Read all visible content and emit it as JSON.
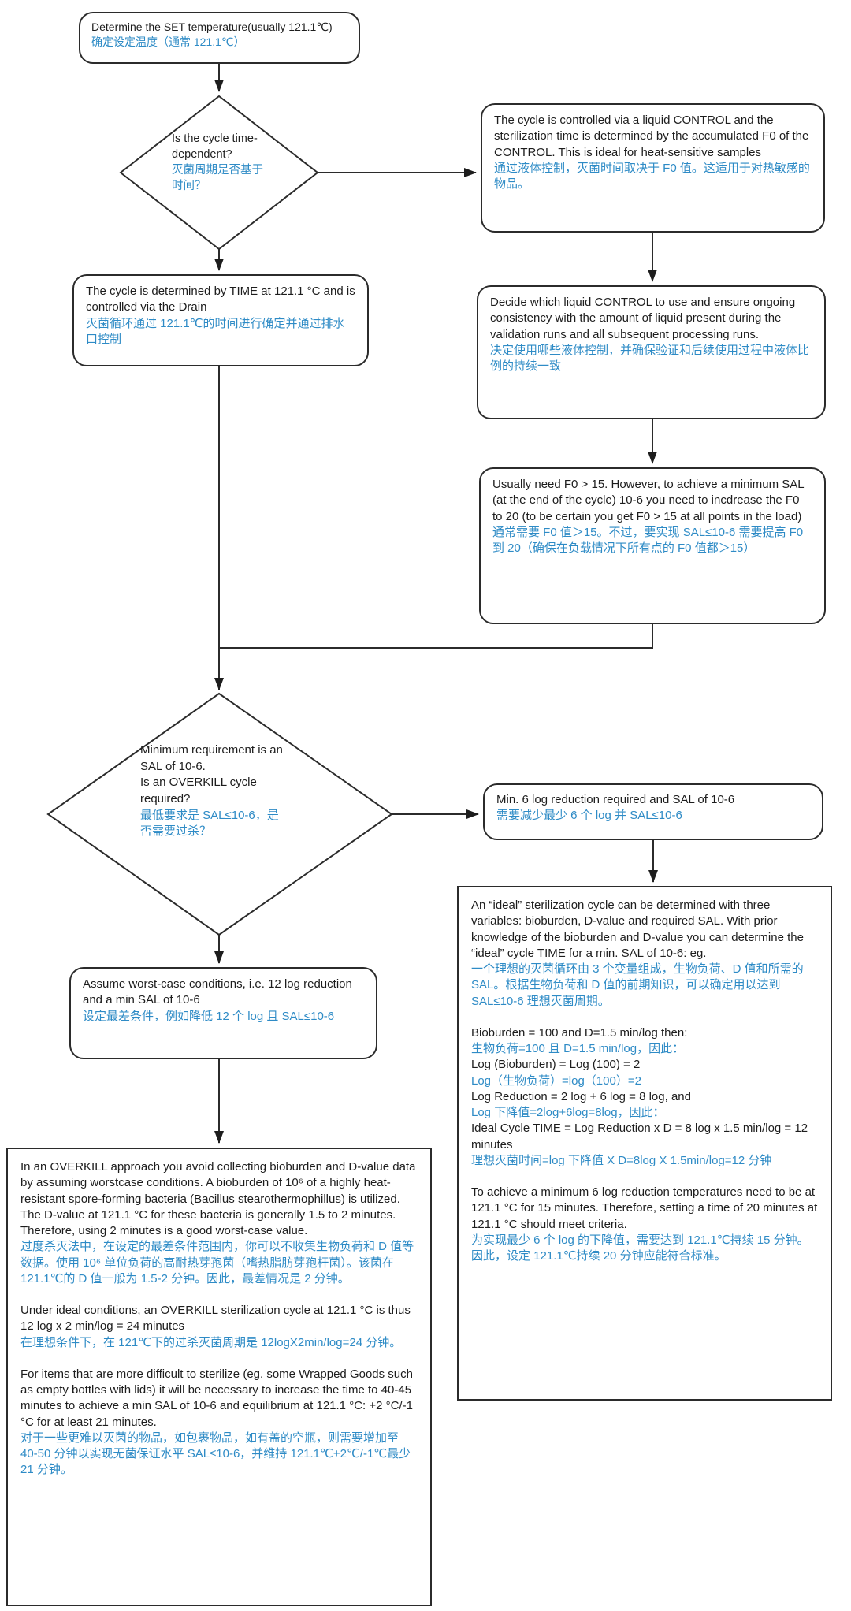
{
  "page": {
    "background": "#ffffff",
    "accent_blue": "#2E8BC6",
    "text_black": "#1d1d1d",
    "line_color": "#2b2b2b"
  },
  "flow": {
    "box_set_temp": {
      "en": "Determine the SET temperature(usually 121.1℃)",
      "zh": "确定设定温度（通常 121.1℃）"
    },
    "diamond_time_dependent": {
      "en": "Is the cycle time-dependent?",
      "zh": "灭菌周期是否基于时间？"
    },
    "box_liquid_control": {
      "en": "The cycle is controlled via a liquid CONTROL and the sterilization time is determined by the accumulated F0 of the CONTROL. This is ideal for heat-sensitive samples",
      "zh": "通过液体控制，灭菌时间取决于 F0 值。这适用于对热敏感的物品。"
    },
    "box_time_drain": {
      "en": "The cycle is determined by TIME at 121.1 °C and is controlled via the Drain",
      "zh": "灭菌循环通过 121.1℃的时间进行确定并通过排水口控制"
    },
    "box_decide_liquid": {
      "en": "Decide which liquid CONTROL to use and ensure ongoing consistency with the amount of liquid present during the validation runs and all subsequent processing runs.",
      "zh": "决定使用哪些液体控制，并确保验证和后续使用过程中液体比例的持续一致"
    },
    "box_f0": {
      "en": "Usually need F0 > 15. However, to achieve a minimum SAL (at the end of the cycle) 10-6 you need to incdrease the F0 to 20 (to be certain you get F0 > 15 at all points in the load)",
      "zh": "通常需要 F0 值＞15。不过，要实现 SAL≤10-6 需要提高 F0 到 20（确保在负载情况下所有点的 F0 值都＞15）"
    },
    "diamond_overkill": {
      "en1": "Minimum requirement is an SAL of 10-6.",
      "en2": "Is an OVERKILL cycle required?",
      "zh": "最低要求是 SAL≤10-6，是否需要过杀？"
    },
    "box_min6log": {
      "en": "Min. 6 log reduction required and SAL of 10-6",
      "zh": "需要减少最少 6 个 log 并 SAL≤10-6"
    },
    "box_ideal": {
      "lines": [
        {
          "text": "An “ideal” sterilization cycle can be determined with three variables: bioburden, D-value and required SAL. With prior knowledge of the bioburden and D-value you can determine the “ideal” cycle TIME for a min. SAL of 10-6: eg."
        },
        {
          "text": "一个理想的灭菌循环由 3 个变量组成，生物负荷、D 值和所需的 SAL。根据生物负荷和 D 值的前期知识，可以确定用以达到 SAL≤10-6 理想灭菌周期。"
        },
        {
          "text": "Bioburden = 100 and D=1.5 min/log then:"
        },
        {
          "text": "生物负荷=100 且 D=1.5 min/log，因此："
        },
        {
          "text": "Log (Bioburden) = Log (100) = 2"
        },
        {
          "text": "Log（生物负荷）=log（100）=2"
        },
        {
          "text": "Log Reduction = 2 log + 6 log = 8 log, and"
        },
        {
          "text": "Log 下降值=2log+6log=8log，因此："
        },
        {
          "text": "Ideal Cycle TIME = Log Reduction x D = 8 log x 1.5 min/log = 12 minutes"
        },
        {
          "text": "理想灭菌时间=log 下降值 X D=8log X 1.5min/log=12 分钟"
        },
        {
          "text": "To achieve a minimum 6 log reduction temperatures need to be at 121.1 °C for 15 minutes. Therefore, setting a time of 20 minutes at 121.1 °C should meet criteria."
        },
        {
          "text": "为实现最少 6 个 log 的下降值，需要达到 121.1℃持续 15 分钟。因此，设定 121.1℃持续 20 分钟应能符合标准。"
        }
      ]
    },
    "box_worstcase": {
      "en": "Assume worst-case conditions, i.e. 12 log reduction and a min SAL of 10-6",
      "zh": "设定最差条件，例如降低 12 个 log 且 SAL≤10-6"
    },
    "box_overkill_detail": {
      "lines": [
        {
          "text": "In an OVERKILL approach you avoid collecting bioburden and D-value data by assuming worstcase conditions. A bioburden of 10⁶ of a highly heat-resistant spore-forming bacteria (Bacillus stearothermophillus) is utilized. The D-value at 121.1 °C for these bacteria is generally 1.5 to 2 minutes. Therefore, using 2 minutes is a good worst-case value."
        },
        {
          "text": "过度杀灭法中，在设定的最差条件范围内，你可以不收集生物负荷和 D 值等数据。使用 10⁶ 单位负荷的高耐热芽孢菌（嗜热脂肪芽孢杆菌）。该菌在 121.1℃的 D 值一般为 1.5-2 分钟。因此，最差情况是 2 分钟。"
        },
        {
          "text": "Under ideal conditions, an OVERKILL sterilization cycle at 121.1 °C is thus 12 log x 2 min/log = 24 minutes"
        },
        {
          "text": "在理想条件下，在 121℃下的过杀灭菌周期是 12logX2min/log=24 分钟。"
        },
        {
          "text": "For items that are more difficult to sterilize (eg. some Wrapped Goods such as empty bottles with lids) it will be necessary to increase the time to 40-45 minutes to achieve a min SAL of 10-6 and equilibrium at 121.1 °C: +2 °C/-1 °C for at least 21 minutes."
        },
        {
          "text": "对于一些更难以灭菌的物品，如包裹物品，如有盖的空瓶，则需要增加至 40-50 分钟以实现无菌保证水平 SAL≤10-6，并维持 121.1℃+2℃/-1℃最少 21 分钟。"
        }
      ]
    }
  }
}
